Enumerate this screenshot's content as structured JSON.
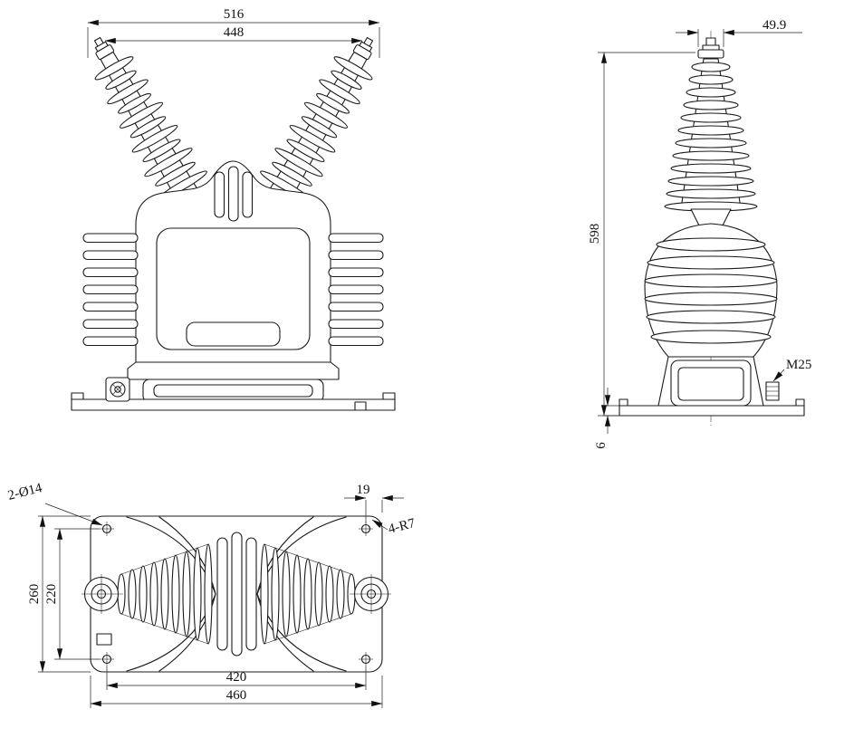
{
  "front": {
    "dim_width_outer": "516",
    "dim_width_inner": "448"
  },
  "side": {
    "dim_terminal_width": "49.9",
    "dim_height": "598",
    "label_cable_gland": "M25",
    "dim_base_thickness": "6"
  },
  "top": {
    "label_mounting_holes": "2-Ø14",
    "dim_hole_to_edge": "19",
    "label_corner_radius": "4-R7",
    "dim_depth_outer": "260",
    "dim_hole_pitch_depth": "220",
    "dim_hole_pitch_width": "420",
    "dim_width_outer": "460"
  },
  "colors": {
    "line": "#1b1b1b",
    "background": "#ffffff"
  }
}
